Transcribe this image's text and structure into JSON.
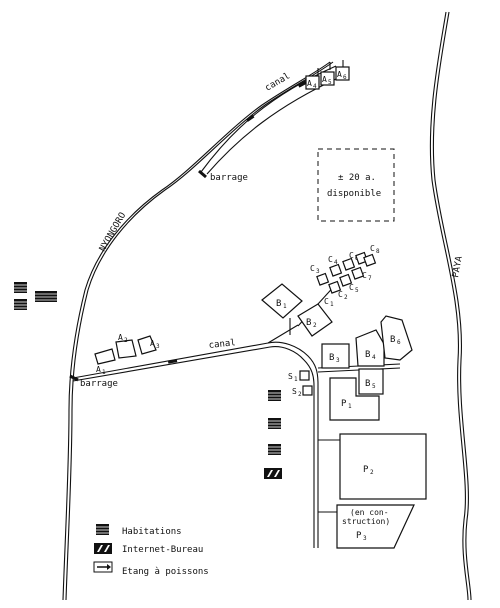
{
  "rivers": {
    "left_name": "NYONGORO",
    "right_name": "PAYA"
  },
  "canals": {
    "upper_label": "canal",
    "lower_label": "canal"
  },
  "dams": {
    "upper_label": "barrage",
    "lower_label": "barrage"
  },
  "available_area": {
    "line1": "± 20 a.",
    "line2": "disponible"
  },
  "plots": {
    "A1": {
      "letter": "A",
      "sub": "1"
    },
    "A2": {
      "letter": "A",
      "sub": "2"
    },
    "A3": {
      "letter": "A",
      "sub": "3"
    },
    "A4": {
      "letter": "A",
      "sub": "4"
    },
    "A5": {
      "letter": "A",
      "sub": "5"
    },
    "A6": {
      "letter": "A",
      "sub": "6"
    },
    "B1": {
      "letter": "B",
      "sub": "1"
    },
    "B2": {
      "letter": "B",
      "sub": "2"
    },
    "B3": {
      "letter": "B",
      "sub": "3"
    },
    "B4": {
      "letter": "B",
      "sub": "4"
    },
    "B5": {
      "letter": "B",
      "sub": "5"
    },
    "B6": {
      "letter": "B",
      "sub": "6"
    },
    "C1": {
      "letter": "C",
      "sub": "1"
    },
    "C2": {
      "letter": "C",
      "sub": "2"
    },
    "C3": {
      "letter": "C",
      "sub": "3"
    },
    "C4": {
      "letter": "C",
      "sub": "4"
    },
    "C5": {
      "letter": "C",
      "sub": "5"
    },
    "C6": {
      "letter": "C",
      "sub": "6"
    },
    "C7": {
      "letter": "C",
      "sub": "7"
    },
    "C8": {
      "letter": "C",
      "sub": "8"
    },
    "S1": {
      "letter": "S",
      "sub": "1"
    },
    "S2": {
      "letter": "S",
      "sub": "2"
    },
    "P1": {
      "letter": "P",
      "sub": "1"
    },
    "P2": {
      "letter": "P",
      "sub": "2"
    },
    "P3": {
      "letter": "P",
      "sub": "3",
      "note_line1": "(en con-",
      "note_line2": "struction)"
    }
  },
  "legend": {
    "habitations": "Habitations",
    "internet_bureau": "Internet-Bureau",
    "fish_pond": "Etang à poissons"
  }
}
